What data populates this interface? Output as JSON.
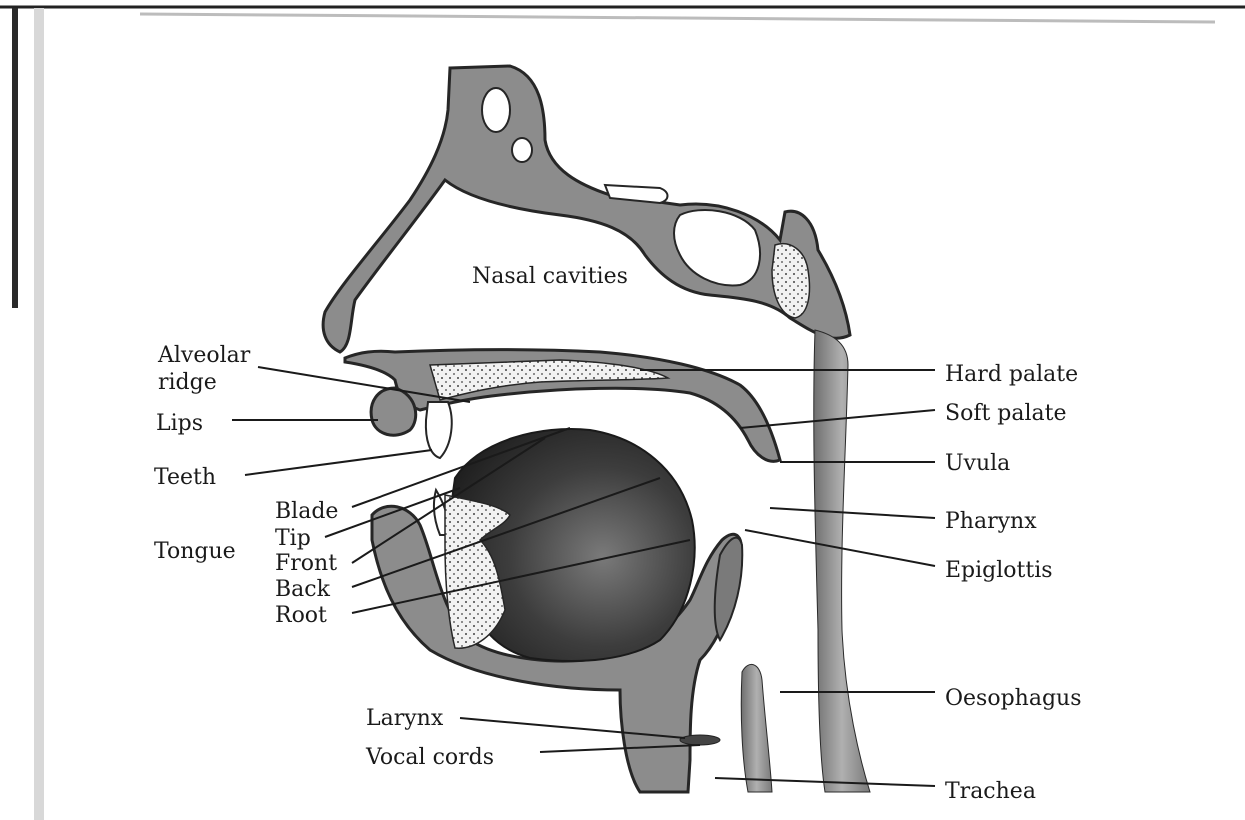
{
  "labels": {
    "nasal_cavities": "Nasal cavities",
    "alveolar_ridge_line1": "Alveolar",
    "alveolar_ridge_line2": "ridge",
    "lips": "Lips",
    "teeth": "Teeth",
    "tongue": "Tongue",
    "blade": "Blade",
    "tip": "Tip",
    "front": "Front",
    "back": "Back",
    "root": "Root",
    "larynx": "Larynx",
    "vocal_cords": "Vocal cords",
    "hard_palate": "Hard palate",
    "soft_palate": "Soft palate",
    "uvula": "Uvula",
    "pharynx": "Pharynx",
    "epiglottis": "Epiglottis",
    "oesophagus": "Oesophagus",
    "trachea": "Trachea"
  },
  "colors": {
    "tissue": "#8c8c8c",
    "tongue_dark": "#3a3a3a",
    "outline": "#262626",
    "bone_fill": "#e6e6e6",
    "page": "#ffffff"
  }
}
